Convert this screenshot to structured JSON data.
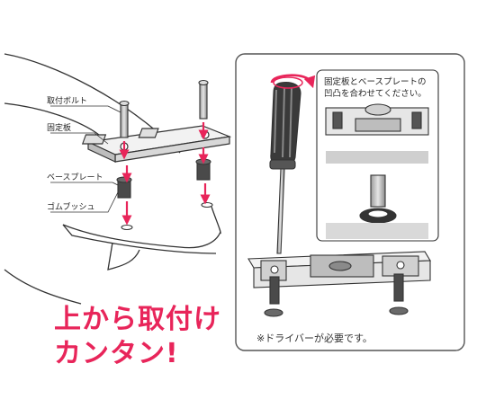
{
  "labels": {
    "bolt": "取付ボルト",
    "fixing_plate": "固定板",
    "base_plate": "ベースプレート",
    "rubber_bush": "ゴムブッシュ"
  },
  "headline": {
    "line1": "上から取付け",
    "line2": "カンタン!"
  },
  "callout": {
    "line1": "固定板とベースプレートの",
    "line2": "凹凸を合わせてください。"
  },
  "note": "※ドライバーが必要です。",
  "colors": {
    "accent": "#e8255a",
    "line": "#333333",
    "gray_fill": "#cfcfcf",
    "panel_border": "#555555"
  }
}
